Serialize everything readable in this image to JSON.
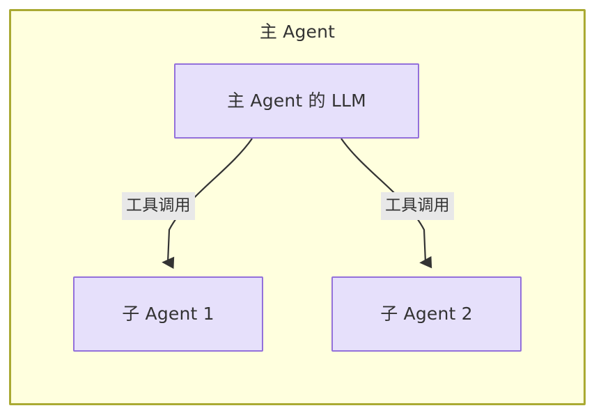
{
  "diagram": {
    "type": "flowchart",
    "direction": "top-down",
    "background_color": "#ffffff",
    "subgraph": {
      "title": "主 Agent",
      "fill_color": "#ffffde",
      "border_color": "#aaaa33"
    },
    "node_style": {
      "fill_color": "#e6e0fb",
      "border_color": "#9370db",
      "text_color": "#333333"
    },
    "edge_style": {
      "line_color": "#333333",
      "label_background": "#e8e8e8",
      "arrowhead": "filled-triangle"
    },
    "nodes": [
      {
        "id": "llm",
        "label": "主 Agent 的 LLM"
      },
      {
        "id": "child1",
        "label": "子 Agent 1"
      },
      {
        "id": "child2",
        "label": "子 Agent 2"
      }
    ],
    "edges": [
      {
        "id": "edge-llm-child1",
        "from": "llm",
        "to": "child1",
        "label": "工具调用"
      },
      {
        "id": "edge-llm-child2",
        "from": "llm",
        "to": "child2",
        "label": "工具调用"
      }
    ]
  }
}
